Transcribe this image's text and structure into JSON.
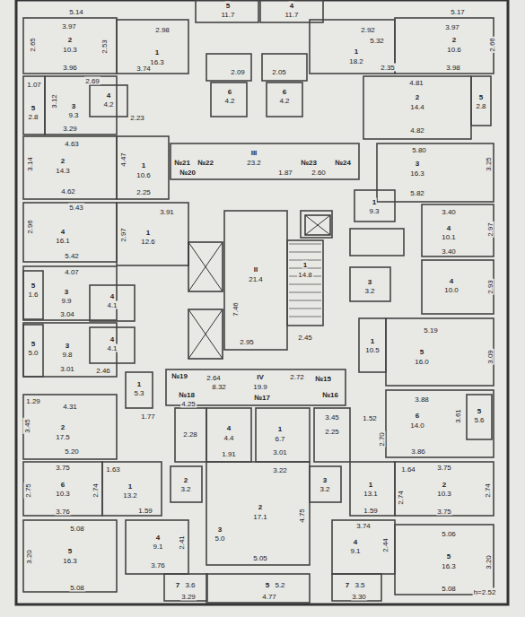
{
  "diagram": {
    "labels": [
      "5.14",
      "3.97",
      "2",
      "10.3",
      "2.65",
      "2.53",
      "3.96",
      "2.98",
      "1",
      "16.3",
      "3.74",
      "5",
      "11.7",
      "4",
      "11.7",
      "2.09",
      "2.05",
      "6",
      "4.2",
      "6",
      "4.2",
      "2.92",
      "1",
      "18.2",
      "5.32",
      "2.35",
      "5.17",
      "3.97",
      "2",
      "10.6",
      "2.66",
      "3.98",
      "1.07",
      "2.69",
      "3",
      "9.3",
      "3.12",
      "3.29",
      "5",
      "2.8",
      "4",
      "4.2",
      "2.23",
      "4.81",
      "2",
      "14.4",
      "4.82",
      "5",
      "2.8",
      "4.63",
      "2",
      "14.3",
      "3.14",
      "4.62",
      "4.47",
      "1",
      "10.6",
      "2.25",
      "№21",
      "№22",
      "III",
      "23.2",
      "№23",
      "№24",
      "№20",
      "1.87",
      "2.60",
      "5.80",
      "3",
      "16.3",
      "3.25",
      "5.82",
      "1",
      "9.3",
      "5.43",
      "3.91",
      "4",
      "16.1",
      "2.96",
      "2.97",
      "1",
      "12.6",
      "5.42",
      "3.40",
      "4",
      "10.1",
      "2.97",
      "3.40",
      "II",
      "21.4",
      "7.46",
      "1",
      "14.8",
      "2.95",
      "2.45",
      "4.07",
      "3",
      "9.9",
      "3.04",
      "5",
      "1.6",
      "4",
      "4.1",
      "3",
      "3.2",
      "4",
      "10.0",
      "2.93",
      "3",
      "9.8",
      "3.01",
      "5",
      "5.0",
      "4",
      "4.1",
      "2.46",
      "1",
      "5.3",
      "1",
      "10.5",
      "5.19",
      "5",
      "16.0",
      "3.09",
      "№19",
      "№18",
      "2.64",
      "8.32",
      "IV",
      "19.9",
      "№17",
      "2.72",
      "№15",
      "№16",
      "4.25",
      "1.29",
      "4.31",
      "2",
      "17.5",
      "3.45",
      "5.20",
      "3.88",
      "6",
      "14.0",
      "3.86",
      "3.61",
      "5",
      "5.6",
      "1.77",
      "2.28",
      "4",
      "4.4",
      "1",
      "6.7",
      "3.01",
      "3.22",
      "3.45",
      "2.25",
      "1.52",
      "2.70",
      "1.91",
      "3.75",
      "6",
      "10.3",
      "2.75",
      "2.74",
      "1.63",
      "1",
      "13.2",
      "1.59",
      "3.76",
      "2",
      "3.2",
      "3",
      "3.2",
      "1.64",
      "1",
      "13.1",
      "2.74",
      "1.59",
      "3.75",
      "2",
      "10.3",
      "2.74",
      "3.75",
      "2",
      "17.1",
      "4.75",
      "5.08",
      "5",
      "16.3",
      "3.20",
      "5.08",
      "4",
      "9.1",
      "3.76",
      "2.41",
      "3",
      "5.0",
      "5.05",
      "3.74",
      "4",
      "9.1",
      "2.44",
      "5.06",
      "5",
      "16.3",
      "3.20",
      "5.08",
      "7",
      "3.6",
      "3.29",
      "5",
      "5.2",
      "4.77",
      "7",
      "3.5",
      "3.30",
      "h=2.52"
    ]
  }
}
